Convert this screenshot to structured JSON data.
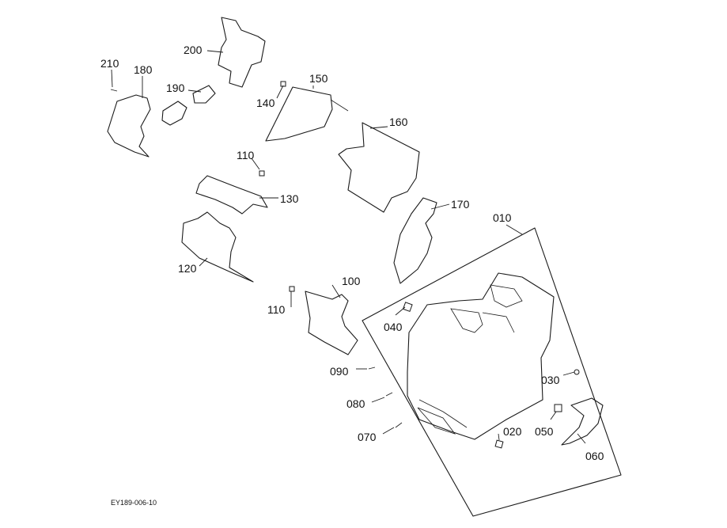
{
  "reference_code": "EY189-006-10",
  "callouts": {
    "c010": "010",
    "c020": "020",
    "c030": "030",
    "c040": "040",
    "c050": "050",
    "c060": "060",
    "c070": "070",
    "c080": "080",
    "c090": "090",
    "c100": "100",
    "c110a": "110",
    "c110b": "110",
    "c120": "120",
    "c130": "130",
    "c140": "140",
    "c150": "150",
    "c160": "160",
    "c170": "170",
    "c180": "180",
    "c190": "190",
    "c200": "200",
    "c210": "210"
  }
}
